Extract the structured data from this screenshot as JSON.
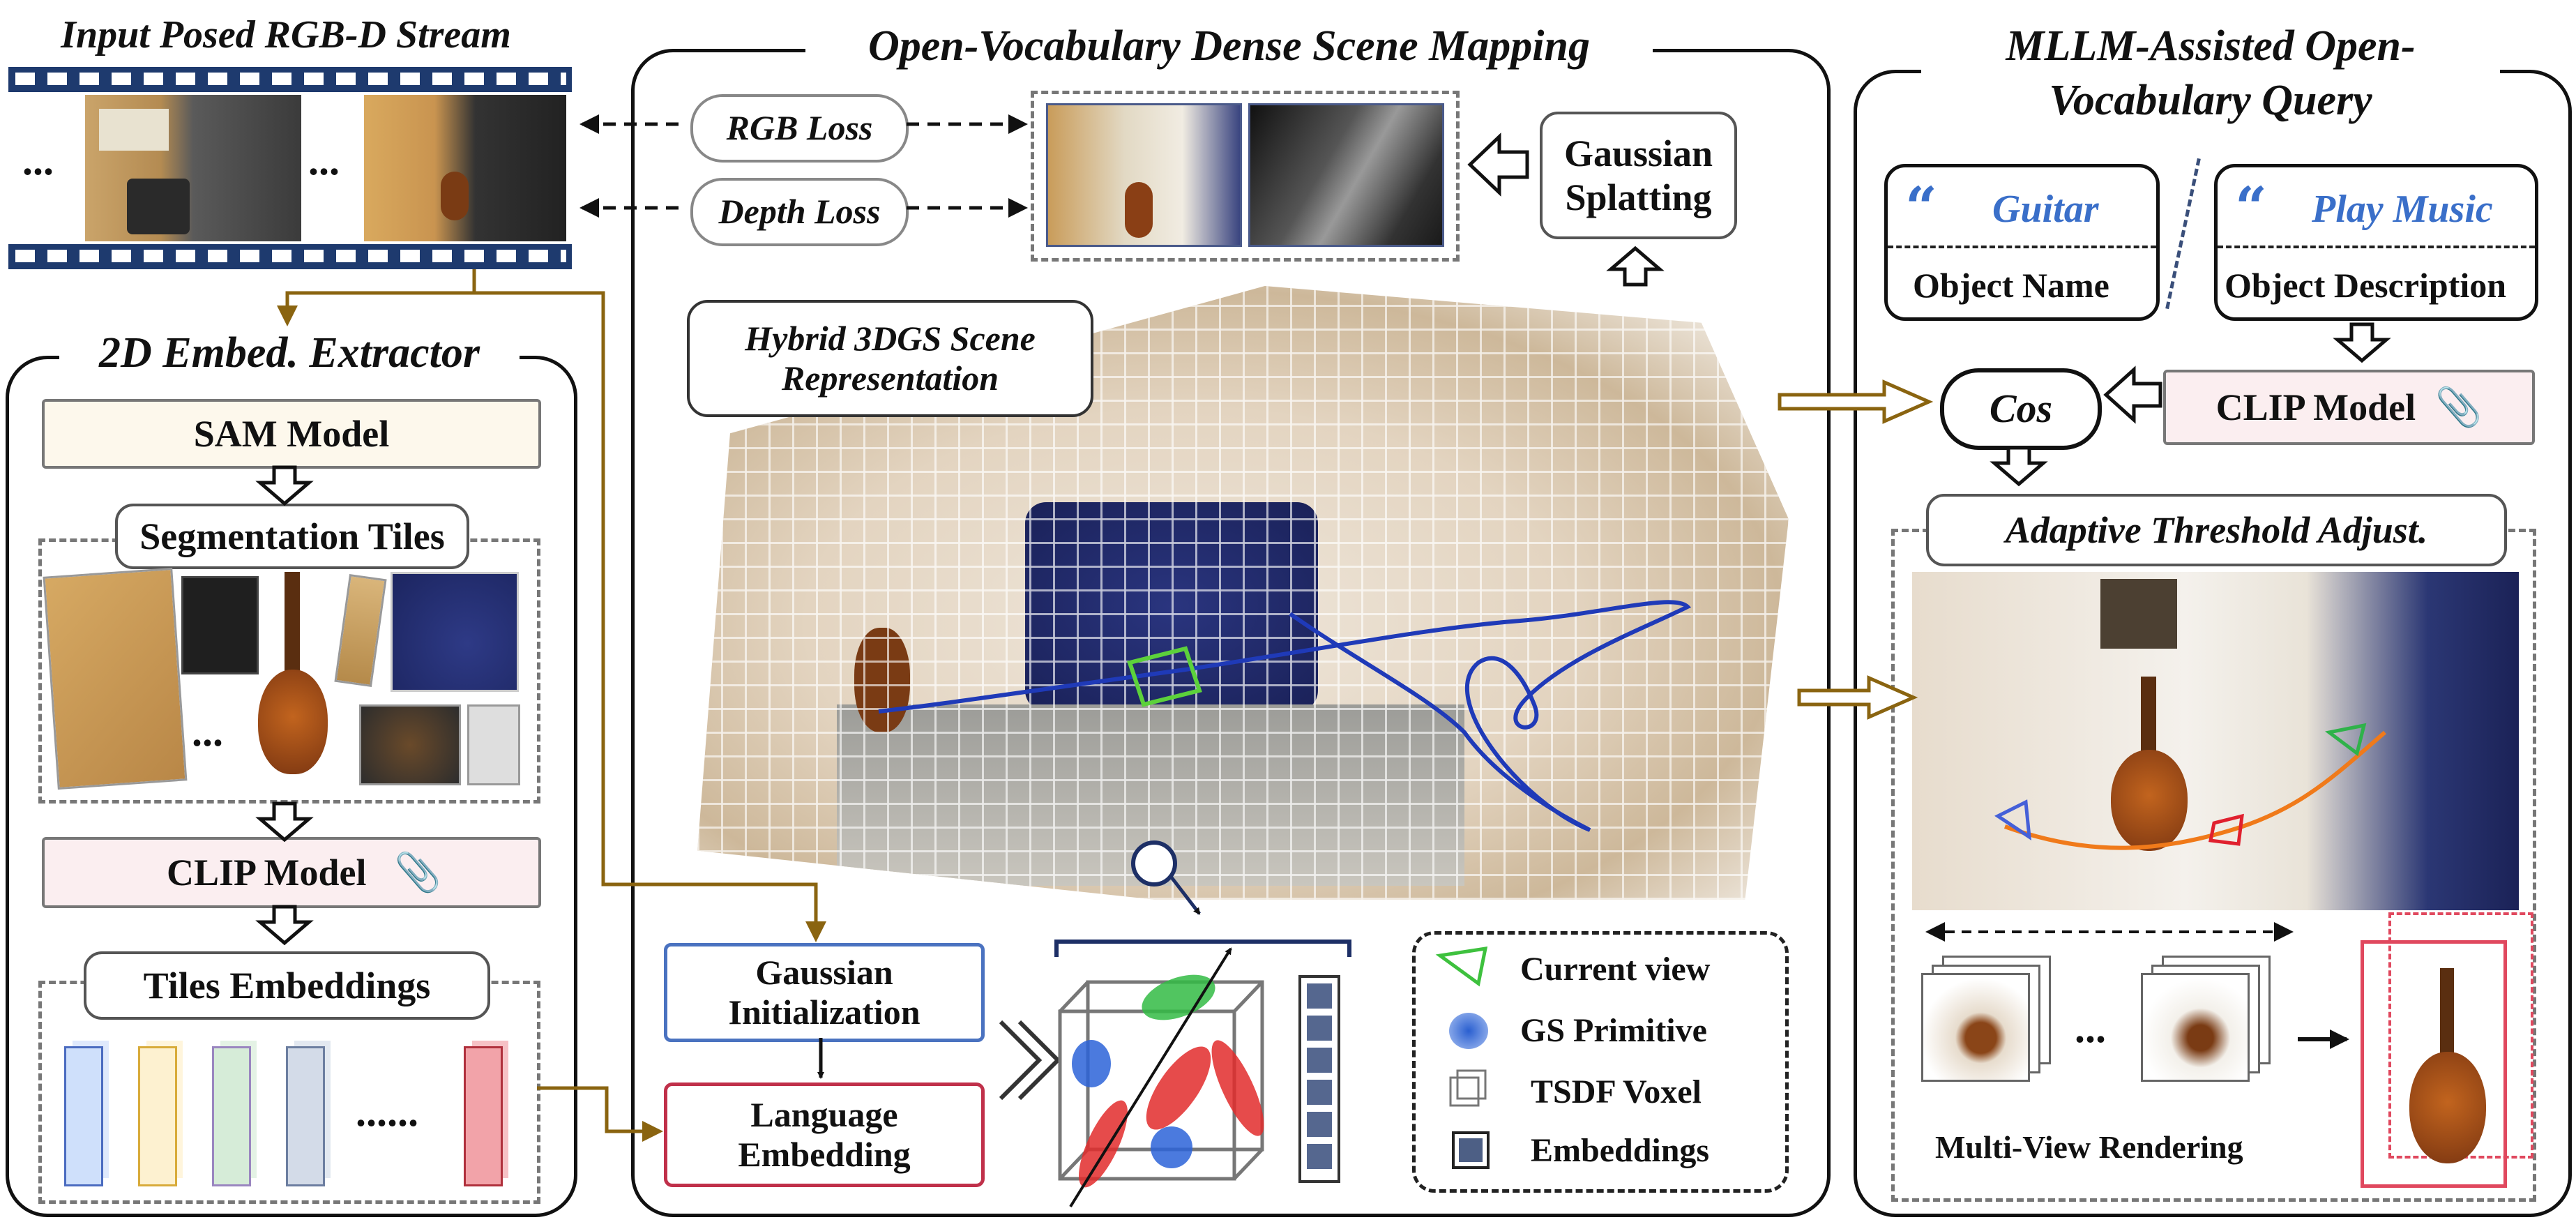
{
  "left_top": {
    "stream_title": "Input Posed RGB-D Stream",
    "dots_a": "...",
    "dots_b": "..."
  },
  "extractor": {
    "title": "2D Embed. Extractor",
    "sam": "SAM Model",
    "seg_tiles": "Segmentation Tiles",
    "dots": "...",
    "clip": "CLIP Model",
    "tiles_emb": "Tiles Embeddings",
    "emb_dots": "......"
  },
  "mapping": {
    "title": "Open-Vocabulary Dense Scene Mapping",
    "rgb_loss": "RGB Loss",
    "depth_loss": "Depth Loss",
    "splatting": "Gaussian Splatting",
    "hybrid": "Hybrid 3DGS Scene Representation",
    "init": "Gaussian Initialization",
    "lang": "Language Embedding",
    "legend": {
      "current_view": "Current view",
      "gs_primitive": "GS Primitive",
      "tsdf": "TSDF Voxel",
      "embeddings": "Embeddings"
    }
  },
  "query": {
    "title": "MLLM-Assisted Open-Vocabulary Query",
    "guitar": "Guitar",
    "object_name": "Object Name",
    "play_music": "Play Music",
    "object_desc": "Object Description",
    "cos": "Cos",
    "clip": "CLIP Model",
    "adaptive": "Adaptive Threshold Adjust.",
    "dots": "...",
    "multiview": "Multi-View Rendering"
  },
  "colors": {
    "accent_blue": "#3a6fc9",
    "arrow_gold": "#8a6410",
    "clip_pink": "#fbeef0",
    "sam_cream": "#fdf8ec",
    "init_blue": "#4a72c0",
    "lang_red": "#c0304a"
  },
  "icons": [
    "quote-icon",
    "paperclip-icon",
    "magnifier-icon",
    "camera-frustum-icon",
    "voxel-cube-icon"
  ]
}
